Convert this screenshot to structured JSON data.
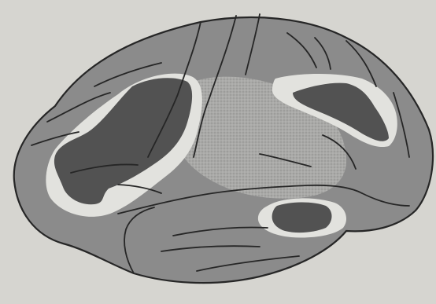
{
  "figure": {
    "subject": "brain-lateral-surface",
    "colors": {
      "background": "#d6d5d0",
      "cortex": "#8b8b8b",
      "outline": "#262626",
      "halo": "#e2e2de",
      "stipple_region": "#a4a4a2",
      "activation_dark": "#525252"
    },
    "regions": [
      {
        "id": "frontal-activation",
        "shade": "activation_dark"
      },
      {
        "id": "frontal-halo",
        "shade": "halo"
      },
      {
        "id": "parietal-activation",
        "shade": "activation_dark"
      },
      {
        "id": "parietal-halo",
        "shade": "halo"
      },
      {
        "id": "temporal-activation",
        "shade": "activation_dark"
      },
      {
        "id": "temporal-halo",
        "shade": "halo"
      },
      {
        "id": "central-stipple",
        "shade": "stipple_region"
      }
    ]
  }
}
